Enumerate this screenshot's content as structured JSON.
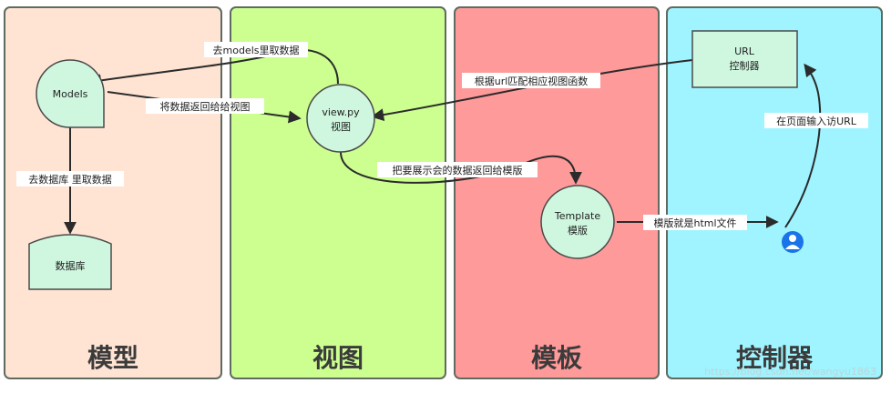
{
  "zones": [
    {
      "title": "模型",
      "color": "#ffe4d4"
    },
    {
      "title": "视图",
      "color": "#ccff90"
    },
    {
      "title": "模板",
      "color": "#ff9a9a"
    },
    {
      "title": "控制器",
      "color": "#9ff4ff"
    }
  ],
  "node_fill": "#cff7df",
  "nodes": {
    "models": "Models",
    "database": "数据库",
    "view_line1": "view.py",
    "view_line2": "视图",
    "template_line1": "Template",
    "template_line2": "模版",
    "url_line1": "URL",
    "url_line2": "控制器",
    "user_icon": "user-icon"
  },
  "edges": {
    "view_to_models": "去models里取数据",
    "models_to_view": "将数据返回给给视图",
    "models_to_db": "去数据库 里取数据",
    "url_to_view": "根据url匹配相应视图函数",
    "view_to_template": "把要展示会的数据返回给模版",
    "template_to_user": "模版就是html文件",
    "user_to_url": "在页面输入访URL"
  },
  "watermark": "https://blog.csdn.net/wangyu1863"
}
